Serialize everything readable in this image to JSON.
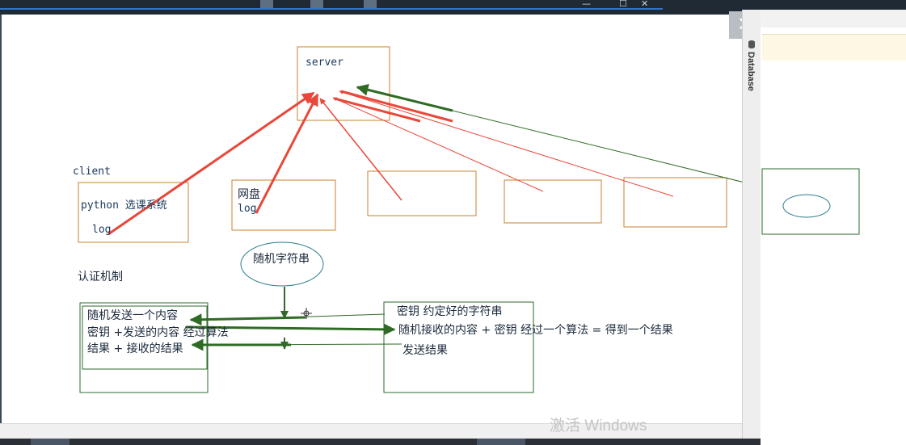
{
  "window": {
    "side_panel_label": "Database",
    "close_glyph": "✕",
    "icons": [
      "close-icon",
      "database-icon",
      "crosshair-cursor-icon"
    ]
  },
  "diagram": {
    "server_label": "server",
    "client_label": "client",
    "box1_line1": "python 选课系统",
    "box1_line2": "log",
    "box2_line1": "网盘",
    "box2_line2": "log",
    "random_string": "随机字符串",
    "auth_label": "认证机制",
    "left_box": {
      "line1": "随机发送一个内容",
      "line2": "密钥 +发送的内容 经过算法",
      "line3": "结果 + 接收的结果"
    },
    "right_box": {
      "line1": "密钥 约定好的字符串",
      "line2": "随机接收的内容 + 密钥 经过一个算法 = 得到一个结果",
      "line3": "发送结果"
    },
    "colors": {
      "box_orange": "#c8822e",
      "box_green": "#2d6a2d",
      "arrow_red": "#e8483a",
      "arrow_green": "#2f6b25",
      "ellipse_teal": "#2c7d8a"
    }
  },
  "watermark": "激活 Windows"
}
